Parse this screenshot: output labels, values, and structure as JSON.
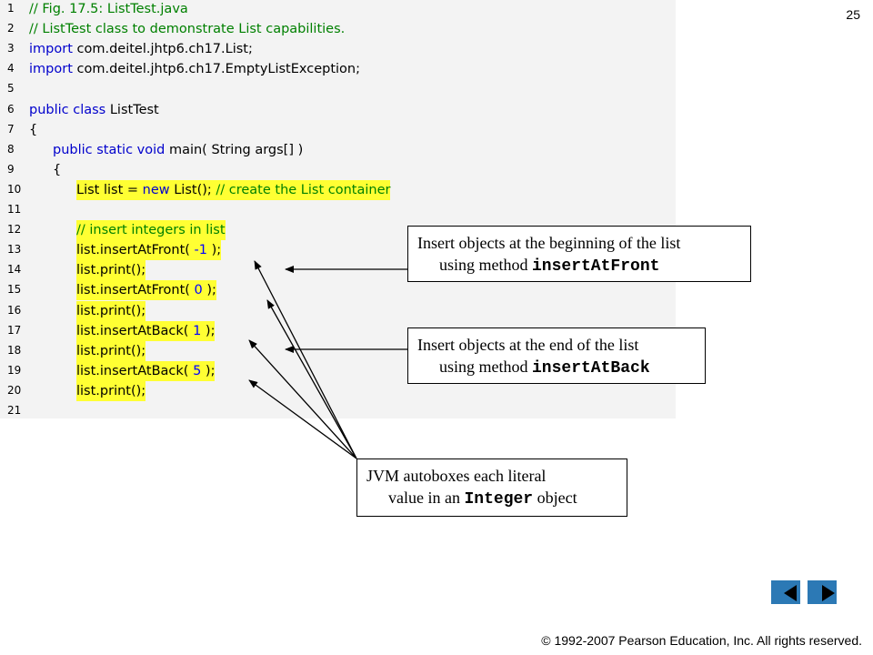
{
  "slide": {
    "number": "25"
  },
  "code_lines": [
    {
      "n": "1",
      "indent": 0,
      "hl": false,
      "parts": [
        {
          "t": "// Fig. 17.5: ListTest.java",
          "c": "c"
        }
      ]
    },
    {
      "n": "2",
      "indent": 0,
      "hl": false,
      "parts": [
        {
          "t": "// ListTest class to demonstrate List capabilities.",
          "c": "c"
        }
      ]
    },
    {
      "n": "3",
      "indent": 0,
      "hl": false,
      "parts": [
        {
          "t": "import",
          "c": "k"
        },
        {
          "t": " com.deitel.jhtp6.ch17.List;",
          "c": ""
        }
      ]
    },
    {
      "n": "4",
      "indent": 0,
      "hl": false,
      "parts": [
        {
          "t": "import",
          "c": "k"
        },
        {
          "t": " com.deitel.jhtp6.ch17.EmptyListException;",
          "c": ""
        }
      ]
    },
    {
      "n": "5",
      "indent": 0,
      "hl": false,
      "parts": []
    },
    {
      "n": "6",
      "indent": 0,
      "hl": false,
      "parts": [
        {
          "t": "public class",
          "c": "k"
        },
        {
          "t": " ListTest",
          "c": ""
        }
      ]
    },
    {
      "n": "7",
      "indent": 0,
      "hl": false,
      "parts": [
        {
          "t": "{",
          "c": ""
        }
      ]
    },
    {
      "n": "8",
      "indent": 1,
      "hl": false,
      "parts": [
        {
          "t": "public static void",
          "c": "k"
        },
        {
          "t": " main( String args[] )",
          "c": ""
        }
      ]
    },
    {
      "n": "9",
      "indent": 1,
      "hl": false,
      "parts": [
        {
          "t": "{",
          "c": ""
        }
      ]
    },
    {
      "n": "10",
      "indent": 2,
      "hl": true,
      "parts": [
        {
          "t": "List list = ",
          "c": ""
        },
        {
          "t": "new",
          "c": "k"
        },
        {
          "t": " List(); ",
          "c": ""
        },
        {
          "t": "// create the List container",
          "c": "c"
        }
      ]
    },
    {
      "n": "11",
      "indent": 0,
      "hl": false,
      "parts": []
    },
    {
      "n": "12",
      "indent": 2,
      "hl": true,
      "parts": [
        {
          "t": "// insert integers in list",
          "c": "c"
        }
      ]
    },
    {
      "n": "13",
      "indent": 2,
      "hl": true,
      "parts": [
        {
          "t": "list.insertAtFront( ",
          "c": ""
        },
        {
          "t": "-1",
          "c": "lit"
        },
        {
          "t": " );",
          "c": ""
        }
      ]
    },
    {
      "n": "14",
      "indent": 2,
      "hl": true,
      "parts": [
        {
          "t": "list.print();",
          "c": ""
        }
      ]
    },
    {
      "n": "15",
      "indent": 2,
      "hl": true,
      "parts": [
        {
          "t": "list.insertAtFront( ",
          "c": ""
        },
        {
          "t": "0",
          "c": "lit"
        },
        {
          "t": " );",
          "c": ""
        }
      ]
    },
    {
      "n": "16",
      "indent": 2,
      "hl": true,
      "parts": [
        {
          "t": "list.print();",
          "c": ""
        }
      ]
    },
    {
      "n": "17",
      "indent": 2,
      "hl": true,
      "parts": [
        {
          "t": "list.insertAtBack( ",
          "c": ""
        },
        {
          "t": "1",
          "c": "lit"
        },
        {
          "t": " );",
          "c": ""
        }
      ]
    },
    {
      "n": "18",
      "indent": 2,
      "hl": true,
      "parts": [
        {
          "t": "list.print();",
          "c": ""
        }
      ]
    },
    {
      "n": "19",
      "indent": 2,
      "hl": true,
      "parts": [
        {
          "t": "list.insertAtBack( ",
          "c": ""
        },
        {
          "t": "5",
          "c": "lit"
        },
        {
          "t": " );",
          "c": ""
        }
      ]
    },
    {
      "n": "20",
      "indent": 2,
      "hl": true,
      "parts": [
        {
          "t": "list.print();",
          "c": ""
        }
      ]
    },
    {
      "n": "21",
      "indent": 0,
      "hl": false,
      "parts": []
    }
  ],
  "callouts": {
    "front": {
      "line1": "Insert objects at the beginning of the list",
      "line2_prefix": "using method ",
      "line2_code": "insertAtFront"
    },
    "back": {
      "line1": "Insert objects at the end of the list",
      "line2_prefix": "using method ",
      "line2_code": "insertAtBack"
    },
    "autobox": {
      "line1": "JVM autoboxes each literal",
      "line2_prefix": "value in an ",
      "line2_code": "Integer",
      "line2_suffix": " object"
    }
  },
  "nav": {
    "prev_icon": "triangle-left-icon",
    "next_icon": "triangle-right-icon"
  },
  "footer": {
    "text": "© 1992-2007 Pearson Education, Inc.  All rights reserved."
  },
  "colors": {
    "highlight": "#ffff33",
    "comment": "#008000",
    "keyword": "#0000cc",
    "literal": "#0000ff",
    "nav_button": "#2c79b5",
    "code_bg": "#f3f3f3"
  }
}
